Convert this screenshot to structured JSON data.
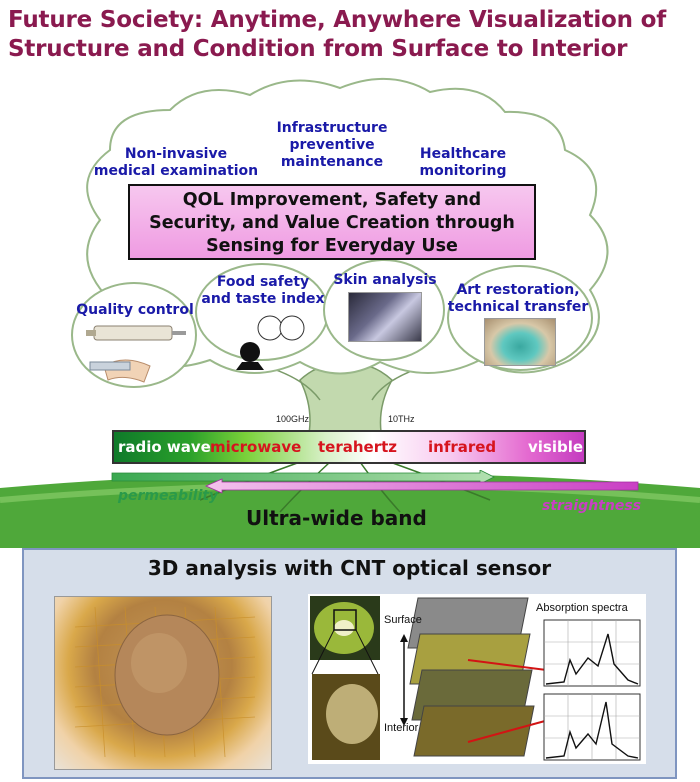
{
  "title": {
    "line1": "Future Society: Anytime, Anywhere Visualization of",
    "line2": "Structure and Condition from Surface to Interior"
  },
  "applications": {
    "infrastructure": [
      "Infrastructure",
      "preventive",
      "maintenance"
    ],
    "medical": [
      "Non-invasive",
      "medical examination"
    ],
    "healthcare": [
      "Healthcare",
      "monitoring"
    ],
    "quality": [
      "Quality control"
    ],
    "food": [
      "Food safety",
      "and taste index"
    ],
    "skin": [
      "Skin analysis"
    ],
    "art": [
      "Art restoration,",
      "technical transfer"
    ]
  },
  "qol": [
    "QOL Improvement, Safety and",
    "Security, and Value Creation through",
    "Sensing for Everyday Use"
  ],
  "ticks": {
    "t1": "100GHz",
    "t2": "10THz"
  },
  "band": {
    "radio": "radio wave",
    "microwave": "microwave",
    "terahertz": "terahertz",
    "infrared": "infrared",
    "visible": "visible"
  },
  "arrows": {
    "permeability": "permeability",
    "straightness": "straightness"
  },
  "ultra": "Ultra-wide band",
  "analysis": {
    "title": "3D analysis with CNT optical sensor",
    "surface": "Surface",
    "interior": "Interior",
    "spectra": "Absorption spectra"
  },
  "colors": {
    "title": "#8a1a4f",
    "app_text": "#1a1aa8",
    "radio": "#ffffff",
    "microwave": "#d6141e",
    "terahertz": "#d6141e",
    "infrared": "#d6141e",
    "visible": "#ffffff",
    "permeability": "#2a9a4a",
    "straightness": "#c93fc4"
  }
}
